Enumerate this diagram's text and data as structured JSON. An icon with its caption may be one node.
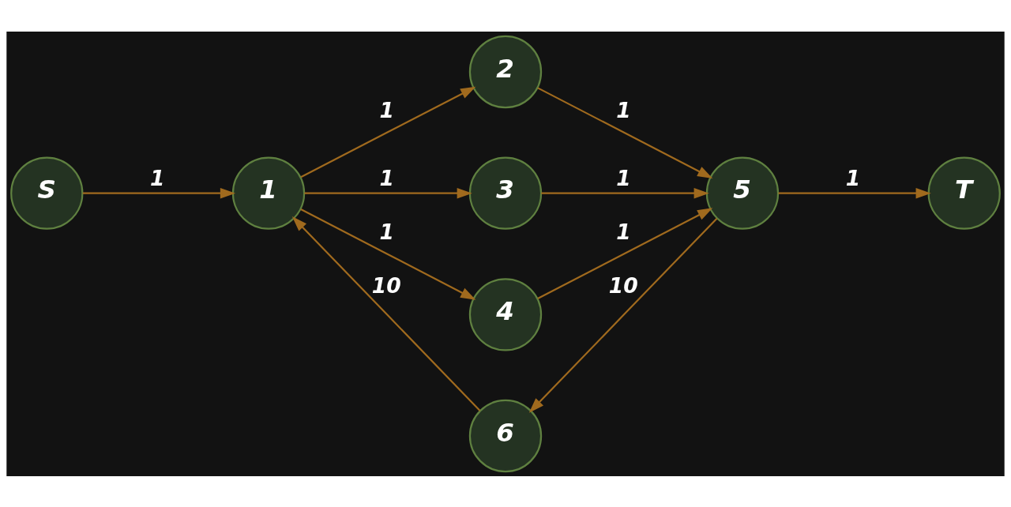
{
  "diagram": {
    "nodes": [
      {
        "text": [
          "S"
        ]
      },
      {
        "text": [
          "1"
        ]
      },
      {
        "text": [
          "2"
        ]
      },
      {
        "text": [
          "3"
        ]
      },
      {
        "text": [
          "4"
        ]
      },
      {
        "text": [
          "5"
        ]
      },
      {
        "text": [
          "6"
        ]
      },
      {
        "text": [
          "T"
        ]
      }
    ],
    "edges": [
      {
        "from": 0,
        "to": 1,
        "arrow": "to",
        "label": "1"
      },
      {
        "from": 1,
        "to": 2,
        "arrow": "to",
        "label": "1"
      },
      {
        "from": 1,
        "to": 3,
        "arrow": "to",
        "label": "1"
      },
      {
        "from": 1,
        "to": 4,
        "arrow": "to",
        "label": "1"
      },
      {
        "from": 2,
        "to": 5,
        "arrow": "to",
        "label": "1"
      },
      {
        "from": 3,
        "to": 5,
        "arrow": "to",
        "label": "1"
      },
      {
        "from": 4,
        "to": 5,
        "arrow": "to",
        "label": "1"
      },
      {
        "from": 5,
        "to": 7,
        "arrow": "to",
        "label": "1"
      },
      {
        "from": 5,
        "to": 6,
        "arrow": "to",
        "label": "10"
      },
      {
        "from": 6,
        "to": 1,
        "arrow": "to",
        "label": "10"
      }
    ]
  }
}
